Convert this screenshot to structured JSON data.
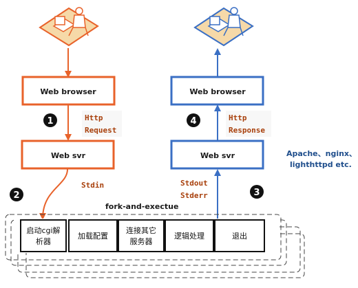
{
  "left": {
    "browser_label": "Web browser",
    "svr_label": "Web svr",
    "request_line1": "Http",
    "request_line2": "Request",
    "stdin_label": "Stdin",
    "color": "#e8622a"
  },
  "right": {
    "browser_label": "Web browser",
    "svr_label": "Web svr",
    "response_line1": "Http",
    "response_line2": "Response",
    "stdout_label": "Stdout",
    "stderr_label": "Stderr",
    "color": "#3a6fc4"
  },
  "steps": [
    "1",
    "2",
    "3",
    "4"
  ],
  "servers_note_line1": "Apache、nginx、",
  "servers_note_line2": "lighthttpd etc.",
  "fork_label": "fork-and-exectue",
  "stages": [
    [
      "启动cgi解",
      "析器"
    ],
    [
      "加载配置"
    ],
    [
      "连接其它",
      "服务器"
    ],
    [
      "逻辑处理"
    ],
    [
      "退出"
    ]
  ],
  "icons": [
    "user-at-computer-icon-orange",
    "user-at-computer-icon-blue"
  ]
}
